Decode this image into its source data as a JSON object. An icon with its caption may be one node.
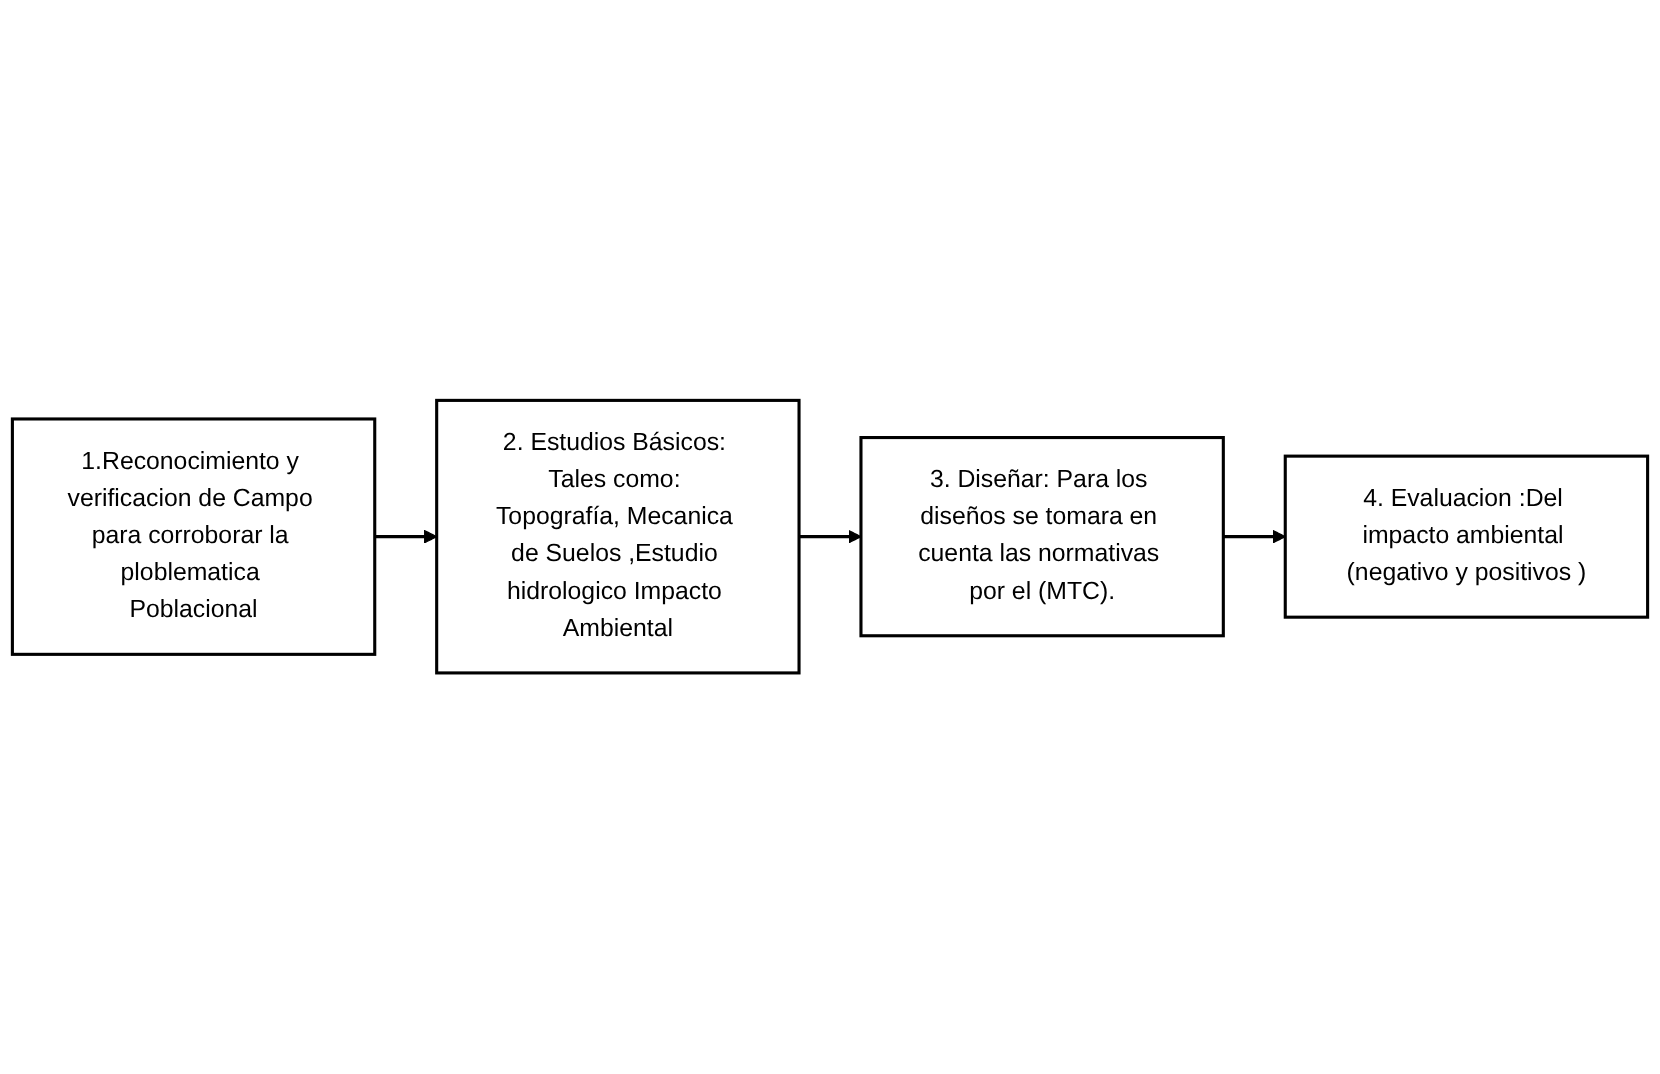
{
  "diagram": {
    "nodes": [
      {
        "text": [
          "1.Reconocimiento y verificacion de Campo para corroborar la ploblematica Poblacional"
        ]
      },
      {
        "text": [
          "2. Estudios Básicos: Tales como: Topografía, Mecanica de Suelos ,Estudio hidrologico Impacto Ambiental"
        ]
      },
      {
        "text": [
          "3. Diseñar: Para los diseños se tomara en cuenta las normativas por el (MTC)."
        ]
      },
      {
        "text": [
          "4. Evaluacion :Del impacto ambiental (negativo y positivos )"
        ]
      }
    ],
    "edges": [
      {
        "from": 0,
        "to": 1,
        "arrow": "to"
      },
      {
        "from": 1,
        "to": 2,
        "arrow": "to"
      },
      {
        "from": 2,
        "to": 3,
        "arrow": "to"
      }
    ]
  }
}
